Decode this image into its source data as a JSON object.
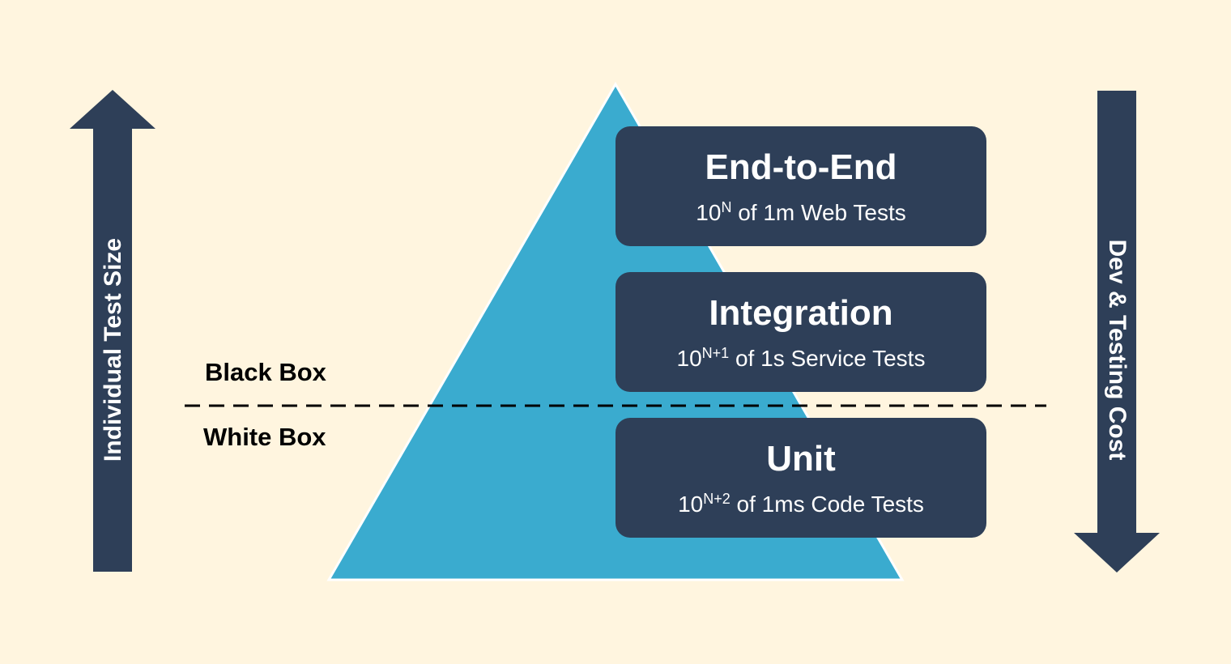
{
  "axes": {
    "left_label": "Individual Test Size",
    "right_label": "Dev & Testing Cost"
  },
  "divider": {
    "above_label": "Black Box",
    "below_label": "White Box"
  },
  "tiers": [
    {
      "title": "End-to-End",
      "count_base": "10",
      "count_exp": "N",
      "description": "of 1m Web Tests"
    },
    {
      "title": "Integration",
      "count_base": "10",
      "count_exp": "N+1",
      "description": "of 1s Service Tests"
    },
    {
      "title": "Unit",
      "count_base": "10",
      "count_exp": "N+2",
      "description": "of 1ms Code Tests"
    }
  ],
  "colors": {
    "background": "#fff5df",
    "pyramid": "#3aabcf",
    "dark": "#2e3f58",
    "text_light": "#ffffff",
    "text_dark": "#000000"
  },
  "icons": {
    "left_arrow": "arrow-up-icon",
    "right_arrow": "arrow-down-icon"
  }
}
